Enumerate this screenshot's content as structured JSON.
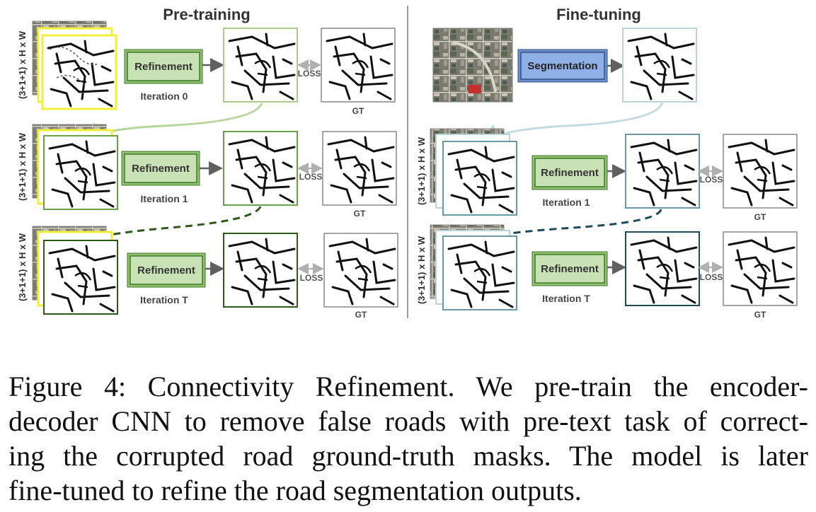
{
  "headers": {
    "left": "Pre-training",
    "right": "Fine-tuning"
  },
  "side_label": "(3+1+1) x H x W",
  "pretraining": {
    "rows": [
      {
        "block": "Refinement",
        "iteration": "Iteration 0",
        "loss": "LOSS",
        "gt": "GT"
      },
      {
        "block": "Refinement",
        "iteration": "Iteration 1",
        "loss": "LOSS",
        "gt": "GT"
      },
      {
        "block": "Refinement",
        "iteration": "Iteration T",
        "loss": "LOSS",
        "gt": "GT"
      }
    ]
  },
  "finetuning": {
    "segmentation": "Segmentation",
    "rows": [
      {
        "block": "Refinement",
        "iteration": "Iteration 1",
        "loss": "LOSS",
        "gt": "GT"
      },
      {
        "block": "Refinement",
        "iteration": "Iteration T",
        "loss": "LOSS",
        "gt": "GT"
      }
    ]
  },
  "caption": {
    "lines": [
      "Figure 4: Connectivity Refinement.  We pre-train the encoder-",
      "decoder CNN to remove false roads with pre-text task of correct-",
      "ing the corrupted road ground-truth masks.  The model is later",
      "fine-tuned to refine the road segmentation outputs."
    ]
  },
  "colors": {
    "block_green": "#c9e2b5",
    "block_green_border": "#3f7a2a",
    "block_blue": "#8fb0e6",
    "block_blue_border": "#2d4f8a",
    "frame_light_green": "#a9cf8f",
    "frame_mid_green": "#6aa04a",
    "frame_dark_green": "#2f5a1c",
    "frame_light_teal": "#b9d4da",
    "frame_mid_teal": "#6a9aa6",
    "frame_dark_teal": "#1e4a5a",
    "yellow": "#f2ef3a",
    "divider": "#9a9a9a"
  }
}
